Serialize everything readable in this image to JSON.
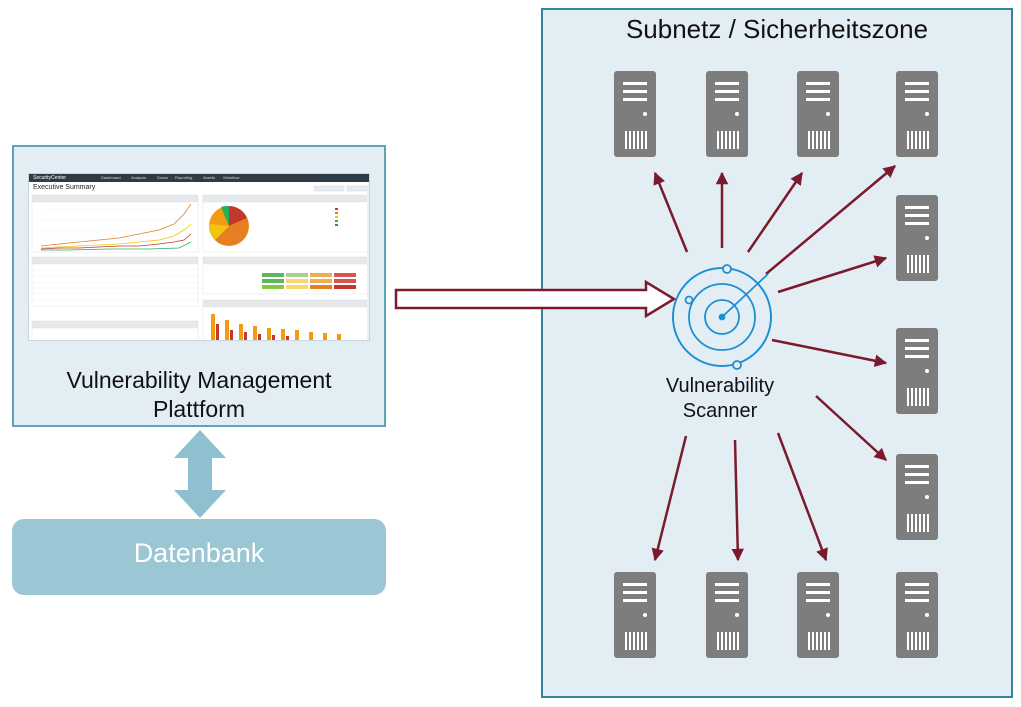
{
  "zone": {
    "title": "Subnetz / Sicherheitszone"
  },
  "platform": {
    "label_line1": "Vulnerability Management",
    "label_line2": "Plattform",
    "screenshot": {
      "app_title": "SecurityCenter",
      "nav_items": [
        "Dashboard",
        "Analysis",
        "Scans",
        "Reporting",
        "Assets",
        "Workflow"
      ],
      "page_title": "Executive Summary"
    }
  },
  "database": {
    "label": "Datenbank"
  },
  "scanner": {
    "label_line1": "Vulnerability",
    "label_line2": "Scanner"
  },
  "colors": {
    "zone_fill": "#e3eef4",
    "zone_border": "#31859c",
    "platform_border": "#5fa3b8",
    "db_fill": "#9bc6d4",
    "arrow": "#7b1a2c",
    "server": "#7d7d7d",
    "scanner": "#1e8fd5",
    "double_arrow": "#8fc0d0"
  },
  "icons": [
    "server-icon",
    "radar-icon",
    "double-arrow-icon",
    "outline-arrow-icon"
  ]
}
